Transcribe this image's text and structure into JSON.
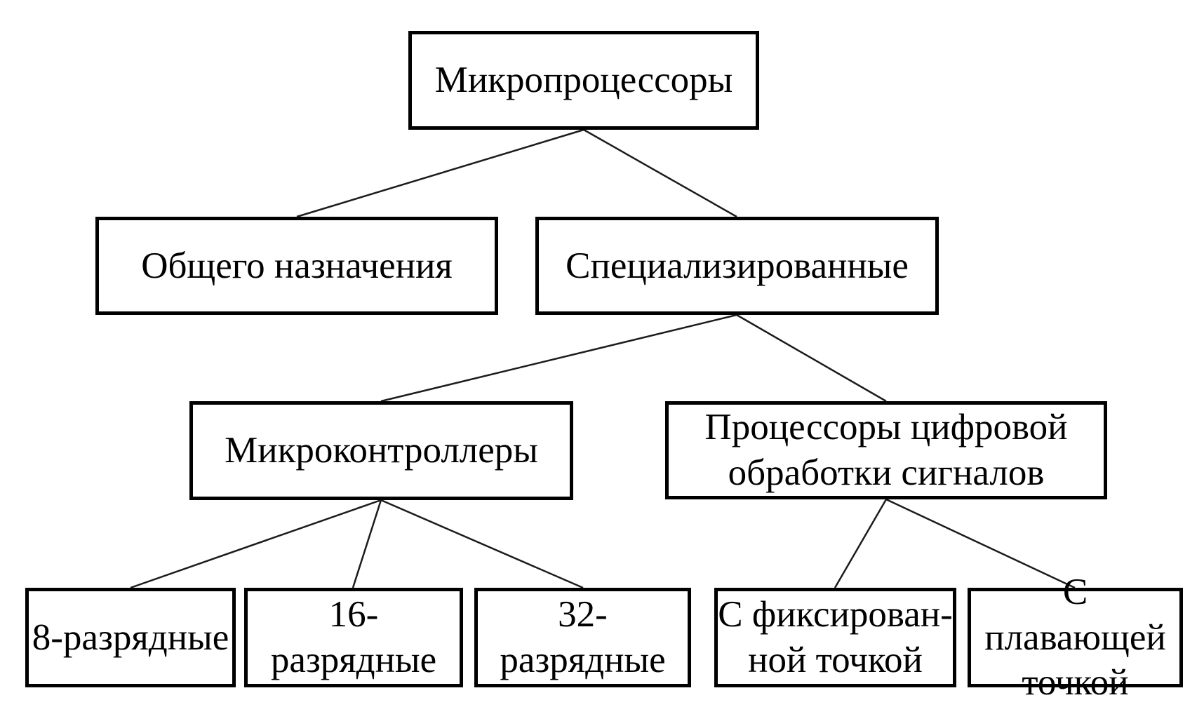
{
  "diagram": {
    "type": "tree",
    "language": "ru",
    "colors": {
      "background": "#ffffff",
      "box_border": "#000000",
      "text": "#000000",
      "connector_line": "#1c1c1c"
    },
    "nodes": {
      "root": {
        "label": "Микропроцессоры"
      },
      "general": {
        "label": "Общего назначения"
      },
      "special": {
        "label": "Специализированные"
      },
      "mcu": {
        "label": "Микроконтроллеры"
      },
      "dsp": {
        "label": [
          "Процессоры цифровой",
          "обработки сигналов"
        ]
      },
      "bit8": {
        "label": "8-разрядные"
      },
      "bit16": {
        "label": "16-разрядные"
      },
      "bit32": {
        "label": "32-разрядные"
      },
      "fixed": {
        "label": [
          "С фиксирован-",
          "ной точкой"
        ]
      },
      "floating": {
        "label": [
          "С плавающей",
          "точкой"
        ]
      }
    },
    "edges": [
      {
        "from": "root",
        "to": "general"
      },
      {
        "from": "root",
        "to": "special"
      },
      {
        "from": "special",
        "to": "mcu"
      },
      {
        "from": "special",
        "to": "dsp"
      },
      {
        "from": "mcu",
        "to": "bit8"
      },
      {
        "from": "mcu",
        "to": "bit16"
      },
      {
        "from": "mcu",
        "to": "bit32"
      },
      {
        "from": "dsp",
        "to": "fixed"
      },
      {
        "from": "dsp",
        "to": "floating"
      }
    ]
  }
}
